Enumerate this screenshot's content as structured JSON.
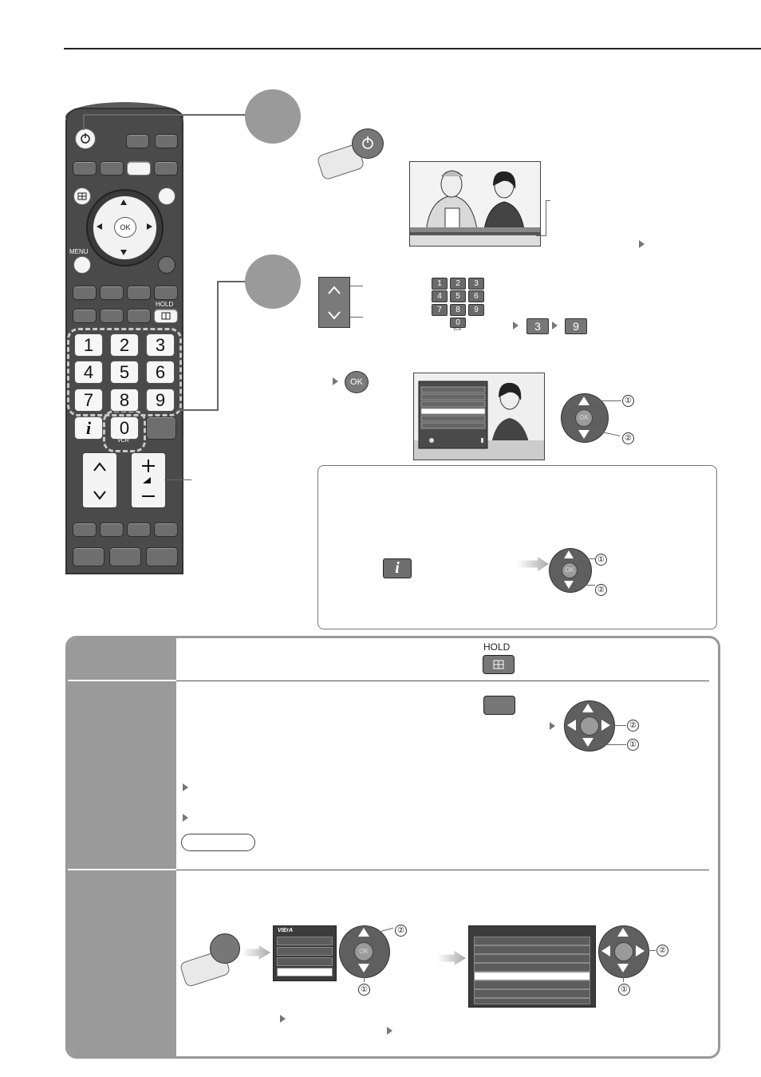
{
  "remote": {
    "menu_label": "MENU",
    "hold_label": "HOLD",
    "ok_label": "OK",
    "vcr_label": "VCR",
    "digits": [
      "1",
      "2",
      "3",
      "4",
      "5",
      "6",
      "7",
      "8",
      "9",
      "0"
    ]
  },
  "step2": {
    "keypad": [
      "1",
      "2",
      "3",
      "4",
      "5",
      "6",
      "7",
      "8",
      "9",
      "0"
    ],
    "vcr_label": "VCR",
    "sequence": [
      "3",
      "9"
    ]
  },
  "ok_badge": "OK",
  "selector": {
    "num1": "①",
    "num2": "②"
  },
  "table": {
    "hold_label": "HOLD"
  },
  "menu": {
    "brand": "VIErA"
  }
}
